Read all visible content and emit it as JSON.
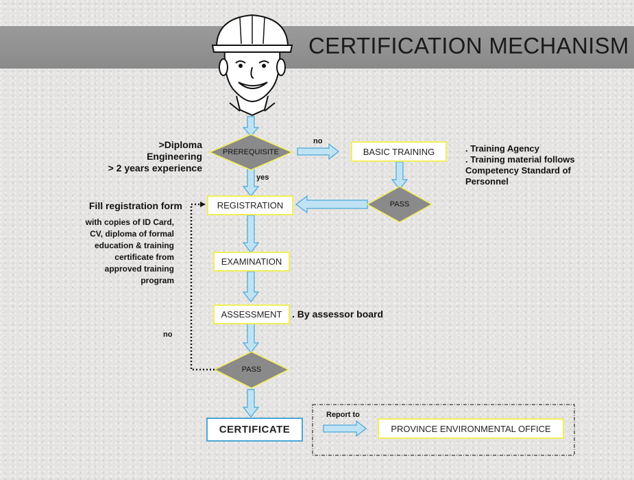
{
  "title": "CERTIFICATION MECHANISM",
  "nodes": {
    "prerequisite": "PREREQUISITE",
    "basic_training": "BASIC TRAINING",
    "pass_training": "PASS",
    "registration": "REGISTRATION",
    "examination": "EXAMINATION",
    "assessment": "ASSESSMENT",
    "pass_final": "PASS",
    "certificate": "CERTIFICATE",
    "province_office": "PROVINCE ENVIRONMENTAL OFFICE"
  },
  "labels": {
    "no_top": "no",
    "yes": "yes",
    "no_left": "no",
    "report_to": "Report to"
  },
  "notes": {
    "prereq_line1": ">Diploma  Engineering",
    "prereq_line2": "> 2 years experience",
    "training_line1": ". Training Agency",
    "training_line2": ". Training material follows",
    "training_line3": "Competency Standard of",
    "training_line4": "Personnel",
    "reg_title": "Fill registration form",
    "reg_line1": "with copies of ID Card,",
    "reg_line2": "CV, diploma of formal",
    "reg_line3": "education & training",
    "reg_line4": "certificate from",
    "reg_line5": "approved training",
    "reg_line6": "program",
    "assessor": ". By  assessor board"
  },
  "colors": {
    "box_border": "#f2ee57",
    "certificate_border": "#4aa6d6",
    "arrow_fill": "#bfe3f4",
    "arrow_stroke": "#4aa6d6",
    "diamond_fill": "#8a8a8a",
    "header_bar": "#8f8f8f"
  },
  "icons": {
    "worker": "worker-hardhat-face-icon"
  }
}
